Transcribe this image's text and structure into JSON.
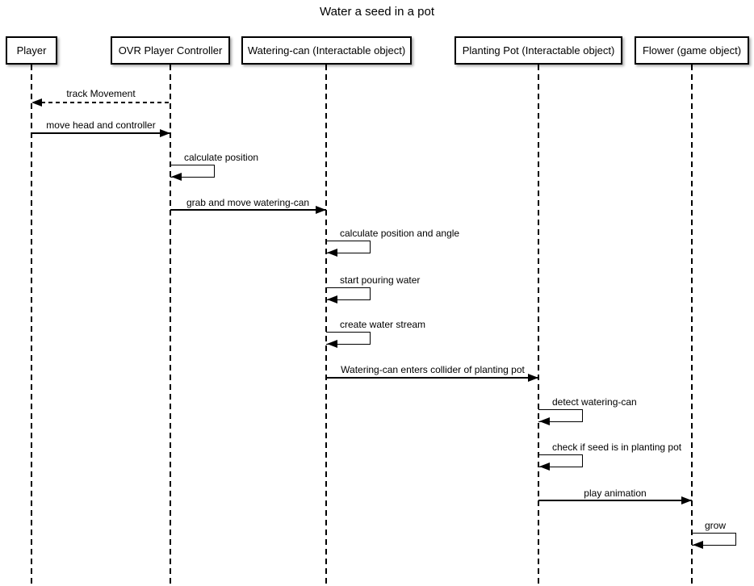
{
  "title": "Water a seed in a pot",
  "actors": [
    {
      "id": "player",
      "label": "Player"
    },
    {
      "id": "ovr-player-controller",
      "label": "OVR Player Controller"
    },
    {
      "id": "watering-can",
      "label": "Watering-can (Interactable object)"
    },
    {
      "id": "planting-pot",
      "label": "Planting Pot (Interactable object)"
    },
    {
      "id": "flower",
      "label": "Flower (game object)"
    }
  ],
  "messages": [
    {
      "label": "track Movement",
      "from": "ovr-player-controller",
      "to": "player",
      "kind": "dashed"
    },
    {
      "label": "move head and controller",
      "from": "player",
      "to": "ovr-player-controller",
      "kind": "solid"
    },
    {
      "label": "calculate position",
      "from": "ovr-player-controller",
      "to": "ovr-player-controller",
      "kind": "self"
    },
    {
      "label": "grab and move watering-can",
      "from": "ovr-player-controller",
      "to": "watering-can",
      "kind": "solid"
    },
    {
      "label": "calculate position and angle",
      "from": "watering-can",
      "to": "watering-can",
      "kind": "self"
    },
    {
      "label": "start pouring water",
      "from": "watering-can",
      "to": "watering-can",
      "kind": "self"
    },
    {
      "label": "create water stream",
      "from": "watering-can",
      "to": "watering-can",
      "kind": "self"
    },
    {
      "label": "Watering-can enters collider of planting pot",
      "from": "watering-can",
      "to": "planting-pot",
      "kind": "solid"
    },
    {
      "label": "detect watering-can",
      "from": "planting-pot",
      "to": "planting-pot",
      "kind": "self"
    },
    {
      "label": "check if seed is in planting pot",
      "from": "planting-pot",
      "to": "planting-pot",
      "kind": "self"
    },
    {
      "label": "play animation",
      "from": "planting-pot",
      "to": "flower",
      "kind": "solid"
    },
    {
      "label": "grow",
      "from": "flower",
      "to": "flower",
      "kind": "self"
    }
  ],
  "colors": {
    "line": "#000000",
    "text": "#000000",
    "background": "#ffffff",
    "box_fill": "#ffffff"
  }
}
